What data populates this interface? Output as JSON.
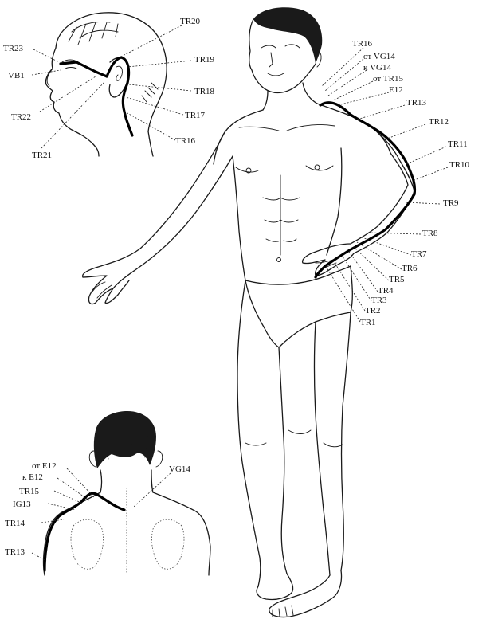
{
  "head_labels": {
    "TR23": "TR23",
    "VB1": "VB1",
    "TR22": "TR22",
    "TR21": "TR21",
    "TR20": "TR20",
    "TR19": "TR19",
    "TR18": "TR18",
    "TR17": "TR17",
    "TR16": "TR16"
  },
  "body_labels": {
    "TR16": "TR16",
    "ot_VG14": "от VG14",
    "k_VG14": "к VG14",
    "ot_TR15": "от TR15",
    "E12": "E12",
    "TR13": "TR13",
    "TR12": "TR12",
    "TR11": "TR11",
    "TR10": "TR10",
    "TR9": "TR9",
    "TR8": "TR8",
    "TR7": "TR7",
    "TR6": "TR6",
    "TR5": "TR5",
    "TR4": "TR4",
    "TR3": "TR3",
    "TR2": "TR2",
    "TR1": "TR1"
  },
  "back_labels": {
    "ot_E12": "от E12",
    "k_E12": "к E12",
    "TR15": "TR15",
    "IG13": "IG13",
    "TR14": "TR14",
    "TR13": "TR13",
    "VG14": "VG14"
  }
}
